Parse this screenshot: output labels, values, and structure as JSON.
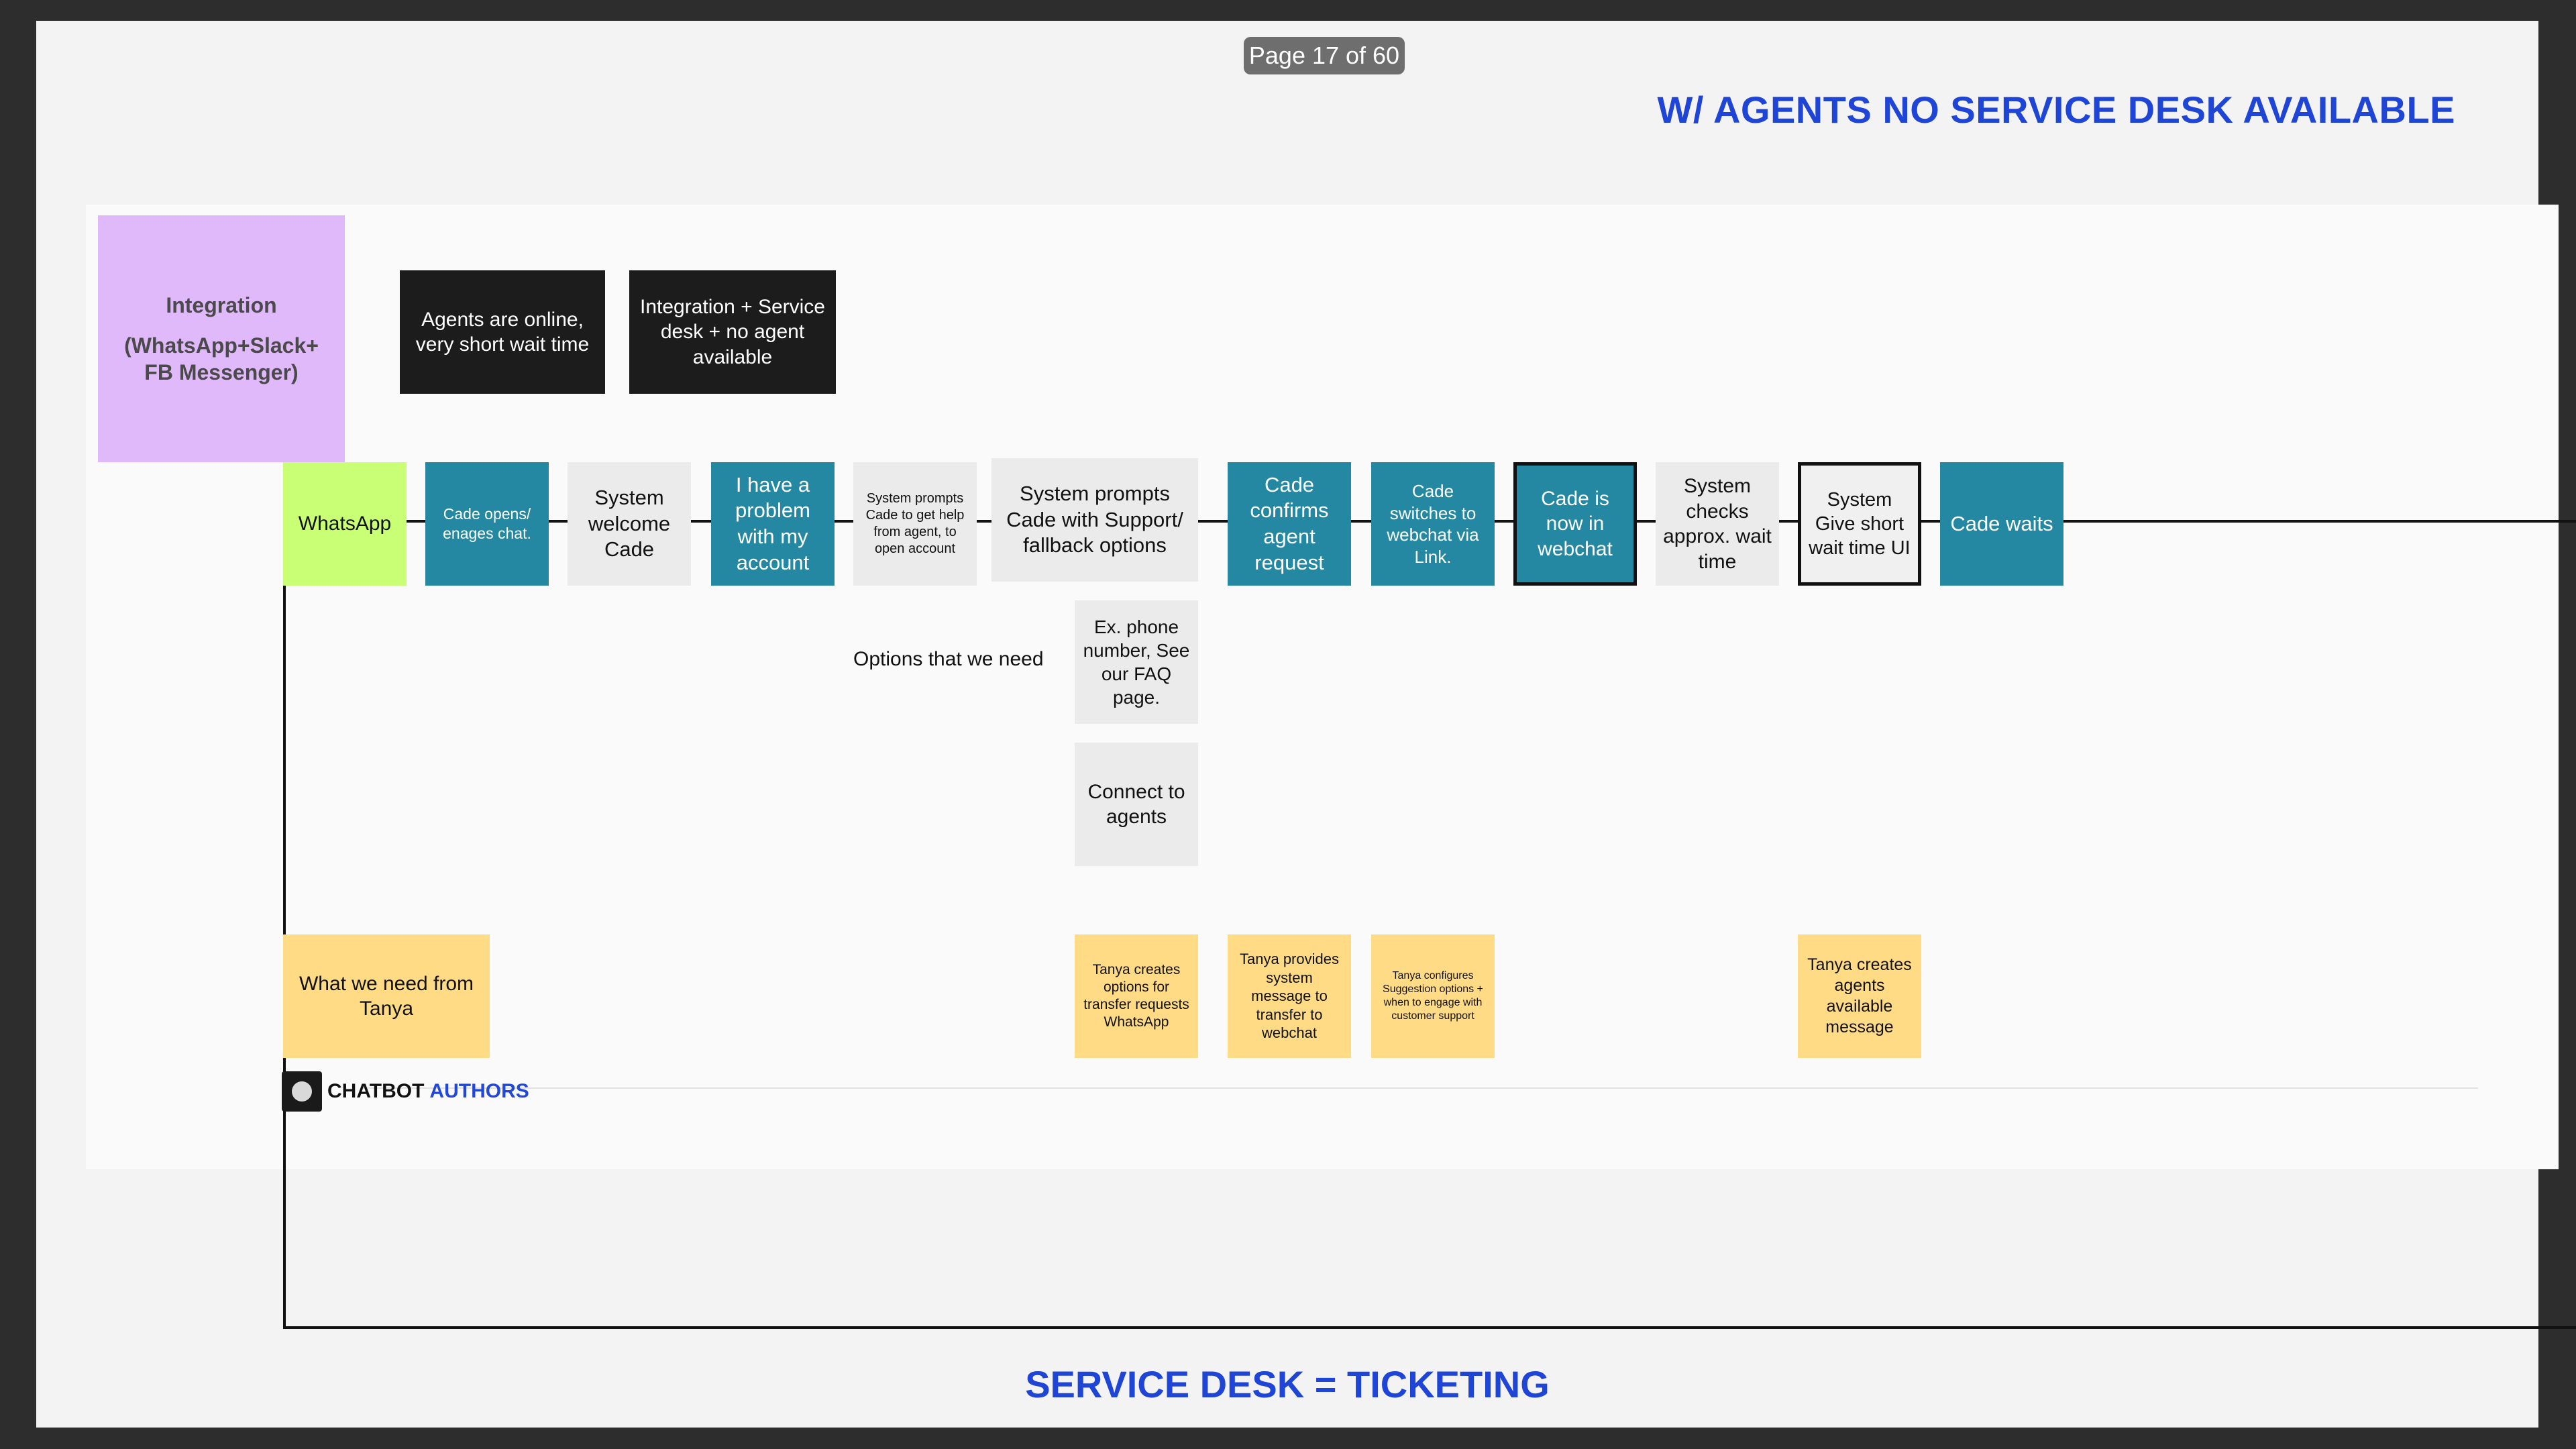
{
  "page_indicator": "Page 17 of 60",
  "header_title": "W/ AGENTS NO SERVICE DESK AVAILABLE",
  "footer_title": "SERVICE DESK = TICKETING",
  "integration": {
    "title": "Integration",
    "subtitle": "(WhatsApp+Slack+ FB Messenger)"
  },
  "conditions": {
    "agents_online": "Agents are online, very short wait time",
    "integration_service_desk": "Integration + Service desk + no agent available"
  },
  "flow_steps": [
    "WhatsApp",
    "Cade opens/ enages chat.",
    "System welcome Cade",
    "I have a problem with my account",
    "System prompts Cade to get help from agent, to open account",
    "System prompts Cade with Support/ fallback options",
    "Cade confirms agent request",
    "Cade switches to webchat via Link.",
    "Cade is now in webchat",
    "System checks approx. wait time",
    "System Give short wait time UI",
    "Cade waits"
  ],
  "options": {
    "label": "Options that we need",
    "items": [
      "Ex. phone number, See our FAQ page.",
      "Connect to agents"
    ]
  },
  "needs": {
    "label": "What we need from Tanya",
    "items": [
      "Tanya creates options for transfer requests WhatsApp",
      "Tanya provides system message to transfer to webchat",
      "Tanya configures Suggestion options + when to engage with customer support",
      "Tanya creates agents available message"
    ]
  },
  "brand": {
    "part1": "CHATBOT",
    "part2": "AUTHORS"
  },
  "colors": {
    "accent_blue": "#1f45d6",
    "teal": "#2588a2",
    "purple": "#e0b9fb",
    "green": "#c8ff74",
    "yellow": "#ffdb86",
    "dark": "#1c1c1c"
  }
}
